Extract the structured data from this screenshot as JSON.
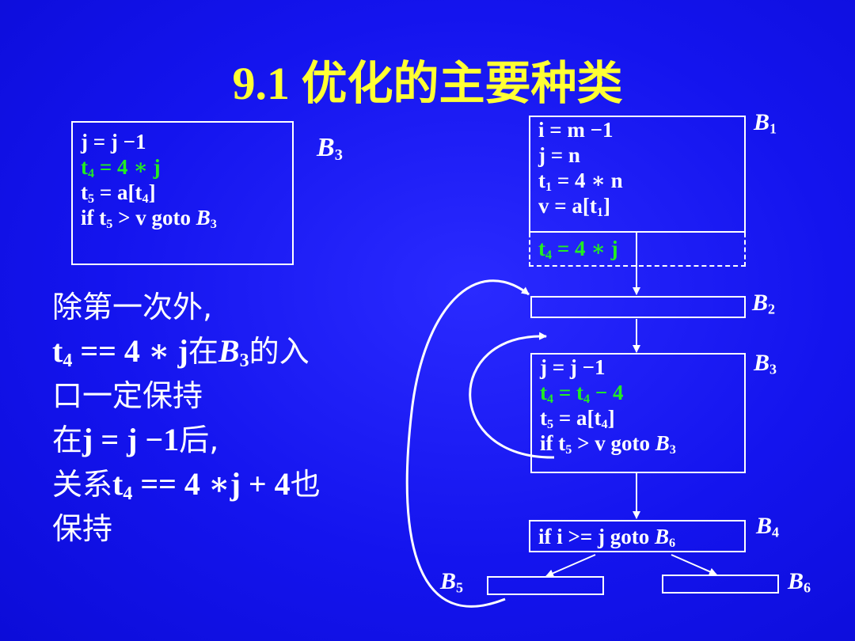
{
  "title": "9.1  优化的主要种类",
  "left_box": {
    "line1": "j = j −1",
    "line2_a": "t",
    "line2_sub": "4",
    "line2_b": " = 4 ∗ j",
    "line3_a": "t",
    "line3_sub1": "5",
    "line3_b": " = a[t",
    "line3_sub2": "4",
    "line3_c": "]",
    "line4_a": "if t",
    "line4_sub": "5",
    "line4_b": " > v goto ",
    "line4_label": "B",
    "line4_label_sub": "3"
  },
  "left_box_label": {
    "text": "B",
    "sub": "3"
  },
  "paragraph": {
    "l1": "除第一次外,",
    "l2_a": "t",
    "l2_sub": "4",
    "l2_b": " == 4 ∗ j",
    "l2_c": "在",
    "l2_d": "B",
    "l2_dsub": "3",
    "l2_e": "的入",
    "l3": "口一定保持",
    "l4_a": "在",
    "l4_b": "j = j −1",
    "l4_c": "后,",
    "l5_a": "关系",
    "l5_b": "t",
    "l5_sub": "4",
    "l5_c": " == 4 ∗j + 4",
    "l5_d": "也",
    "l6": "保持"
  },
  "flow": {
    "b1": {
      "line1": "i = m −1",
      "line2": "j = n",
      "line3_a": "t",
      "line3_sub": "1",
      "line3_b": " = 4 ∗ n",
      "line4_a": "v = a[t",
      "line4_sub": "1",
      "line4_b": "]",
      "label": "B",
      "label_sub": "1"
    },
    "hoisted": {
      "a": "t",
      "sub": "4",
      "b": " = 4 ∗ j"
    },
    "b2": {
      "label": "B",
      "label_sub": "2"
    },
    "b3": {
      "line1": "j = j −1",
      "line2_a": "t",
      "line2_sub1": "4",
      "line2_b": " = t",
      "line2_sub2": "4",
      "line2_c": " − 4",
      "line3_a": "t",
      "line3_sub1": "5",
      "line3_b": " = a[t",
      "line3_sub2": "4",
      "line3_c": "]",
      "line4_a": "if t",
      "line4_sub": "5",
      "line4_b": " > v goto ",
      "line4_label": "B",
      "line4_label_sub": "3",
      "label": "B",
      "label_sub": "3"
    },
    "b4": {
      "a": "if i >= j goto ",
      "label": "B",
      "label_sub": "6",
      "side_label": "B",
      "side_label_sub": "4"
    },
    "b5": {
      "label": "B",
      "label_sub": "5"
    },
    "b6": {
      "label": "B",
      "label_sub": "6"
    }
  },
  "colors": {
    "background": "#1515f0",
    "title": "#ffff33",
    "highlight": "#22ee22",
    "text": "#ffffff"
  }
}
